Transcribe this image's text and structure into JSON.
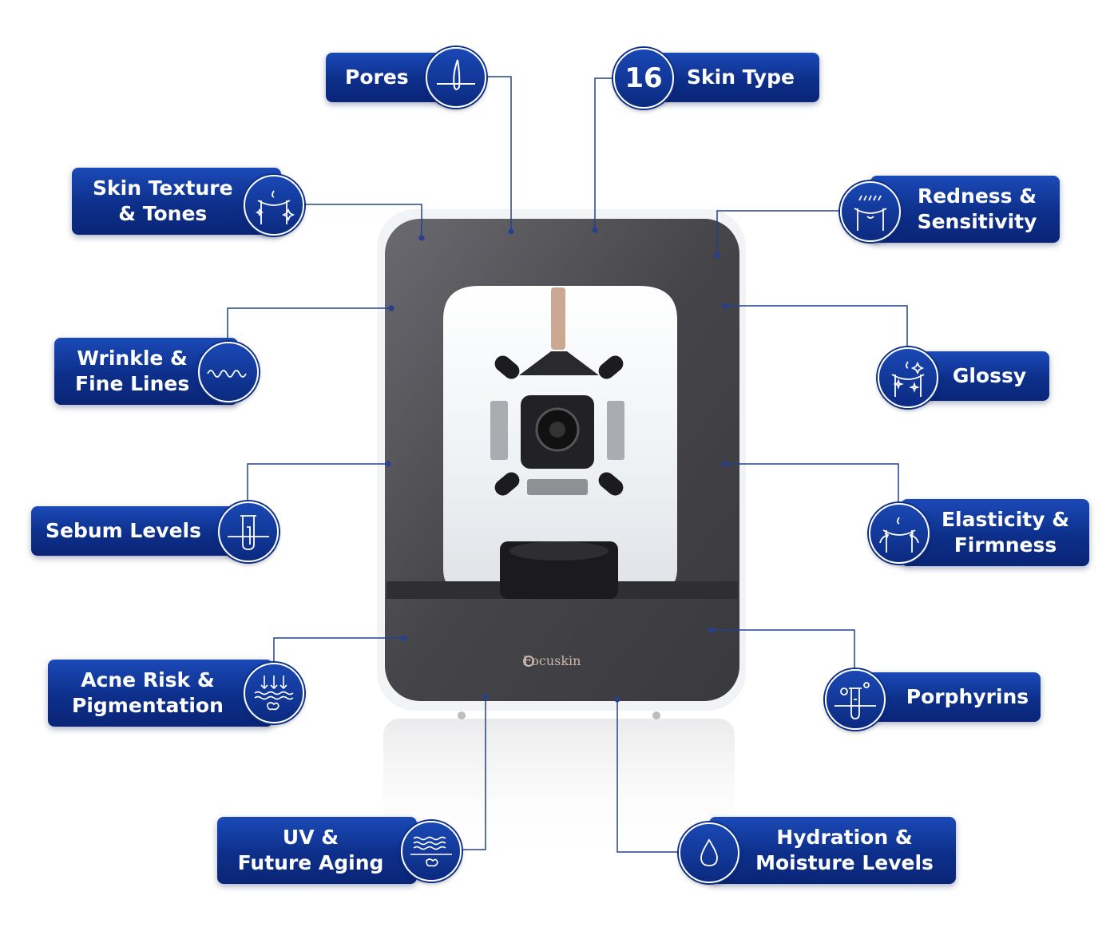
{
  "device": {
    "brand": "Focuskin"
  },
  "labels": {
    "pores": "Pores",
    "skin_type_number": "16",
    "skin_type": "Skin Type",
    "skin_texture": "Skin Texture\n& Tones",
    "redness": "Redness &\nSensitivity",
    "wrinkle": "Wrinkle &\nFine Lines",
    "glossy": "Glossy",
    "sebum": "Sebum Levels",
    "elasticity": "Elasticity &\nFirmness",
    "acne": "Acne Risk &\nPigmentation",
    "porphyrins": "Porphyrins",
    "uv": "UV &\nFuture Aging",
    "hydration": "Hydration &\nMoisture Levels"
  },
  "colors": {
    "pill": "#0d2f8a",
    "line": "#1e3a8a",
    "device": "#4a4a4e"
  }
}
